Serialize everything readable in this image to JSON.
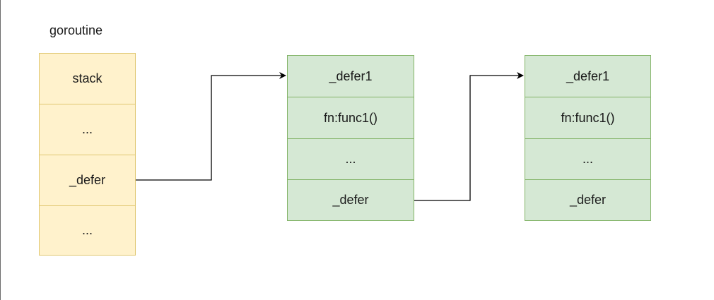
{
  "diagram": {
    "title": "goroutine",
    "goroutine_block": {
      "color": "#fff2cc",
      "border_color": "#e0c771",
      "cells": [
        "stack",
        "...",
        "_defer",
        "..."
      ]
    },
    "defer_blocks": [
      {
        "color": "#d5e8d4",
        "border_color": "#82b366",
        "cells": [
          "_defer1",
          "fn:func1()",
          "...",
          "_defer"
        ]
      },
      {
        "color": "#d5e8d4",
        "border_color": "#82b366",
        "cells": [
          "_defer1",
          "fn:func1()",
          "...",
          "_defer"
        ]
      }
    ],
    "edge_color": "#000000"
  }
}
